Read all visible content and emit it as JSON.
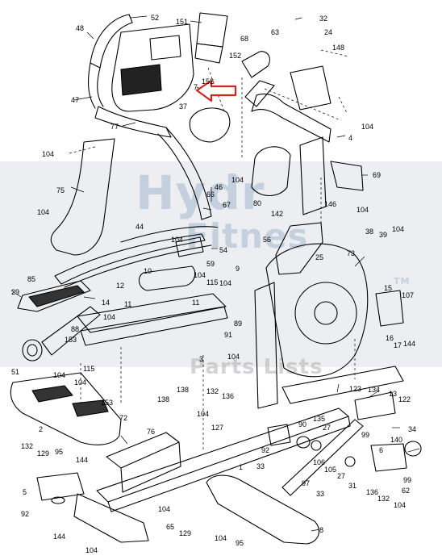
{
  "watermark": {
    "line1": "Hydr",
    "line2": "Fitnes",
    "line3": "Parts Lists",
    "mark": "TM"
  },
  "callouts": [
    {
      "id": "c52a",
      "text": "52"
    },
    {
      "id": "c151",
      "text": "151"
    },
    {
      "id": "c32",
      "text": "32"
    },
    {
      "id": "c48",
      "text": "48"
    },
    {
      "id": "c63",
      "text": "63"
    },
    {
      "id": "c24",
      "text": "24"
    },
    {
      "id": "c68",
      "text": "68"
    },
    {
      "id": "c148",
      "text": "148"
    },
    {
      "id": "c152a",
      "text": "152"
    },
    {
      "id": "c152b",
      "text": "152"
    },
    {
      "id": "c7",
      "text": "7"
    },
    {
      "id": "c47",
      "text": "47"
    },
    {
      "id": "c37",
      "text": "37"
    },
    {
      "id": "c104a",
      "text": "104"
    },
    {
      "id": "c77",
      "text": "77"
    },
    {
      "id": "c4",
      "text": "4"
    },
    {
      "id": "c104b",
      "text": "104"
    },
    {
      "id": "c104c",
      "text": "104"
    },
    {
      "id": "c69",
      "text": "69"
    },
    {
      "id": "c75",
      "text": "75"
    },
    {
      "id": "c66",
      "text": "66"
    },
    {
      "id": "c46",
      "text": "46"
    },
    {
      "id": "c80",
      "text": "80"
    },
    {
      "id": "c104d",
      "text": "104"
    },
    {
      "id": "c142",
      "text": "142"
    },
    {
      "id": "c67",
      "text": "67"
    },
    {
      "id": "c104e",
      "text": "104"
    },
    {
      "id": "c146",
      "text": "146"
    },
    {
      "id": "c44",
      "text": "44"
    },
    {
      "id": "c38",
      "text": "38"
    },
    {
      "id": "c39",
      "text": "39"
    },
    {
      "id": "c104f",
      "text": "104"
    },
    {
      "id": "c56",
      "text": "56"
    },
    {
      "id": "c54",
      "text": "54"
    },
    {
      "id": "c104g",
      "text": "104"
    },
    {
      "id": "c59",
      "text": "59"
    },
    {
      "id": "c25",
      "text": "25"
    },
    {
      "id": "c73",
      "text": "73"
    },
    {
      "id": "c85",
      "text": "85"
    },
    {
      "id": "c12",
      "text": "12"
    },
    {
      "id": "c10",
      "text": "10"
    },
    {
      "id": "c9",
      "text": "9"
    },
    {
      "id": "c104h",
      "text": "104"
    },
    {
      "id": "c115a",
      "text": "115"
    },
    {
      "id": "c104i",
      "text": "104"
    },
    {
      "id": "c15",
      "text": "15"
    },
    {
      "id": "c107",
      "text": "107"
    },
    {
      "id": "c29",
      "text": "29"
    },
    {
      "id": "c14",
      "text": "14"
    },
    {
      "id": "c11a",
      "text": "11"
    },
    {
      "id": "c11b",
      "text": "11"
    },
    {
      "id": "c89",
      "text": "89"
    },
    {
      "id": "c88",
      "text": "88"
    },
    {
      "id": "c104j",
      "text": "104"
    },
    {
      "id": "c91",
      "text": "91"
    },
    {
      "id": "c153a",
      "text": "153"
    },
    {
      "id": "c3",
      "text": "3"
    },
    {
      "id": "c104k",
      "text": "104"
    },
    {
      "id": "c16",
      "text": "16"
    },
    {
      "id": "c17",
      "text": "17"
    },
    {
      "id": "c144a",
      "text": "144"
    },
    {
      "id": "c51",
      "text": "51"
    },
    {
      "id": "c104l",
      "text": "104"
    },
    {
      "id": "c115b",
      "text": "115"
    },
    {
      "id": "c138a",
      "text": "138"
    },
    {
      "id": "c138b",
      "text": "138"
    },
    {
      "id": "c104m",
      "text": "104"
    },
    {
      "id": "c123",
      "text": "123"
    },
    {
      "id": "c134",
      "text": "134"
    },
    {
      "id": "c13",
      "text": "13"
    },
    {
      "id": "c132a",
      "text": "132"
    },
    {
      "id": "c136a",
      "text": "136"
    },
    {
      "id": "c153b",
      "text": "153"
    },
    {
      "id": "c72",
      "text": "72"
    },
    {
      "id": "c122",
      "text": "122"
    },
    {
      "id": "c135",
      "text": "135"
    },
    {
      "id": "c2",
      "text": "2"
    },
    {
      "id": "c76",
      "text": "76"
    },
    {
      "id": "c104n",
      "text": "104"
    },
    {
      "id": "c127",
      "text": "127"
    },
    {
      "id": "c90",
      "text": "90"
    },
    {
      "id": "c27a",
      "text": "27"
    },
    {
      "id": "c99a",
      "text": "99"
    },
    {
      "id": "c34",
      "text": "34"
    },
    {
      "id": "c140",
      "text": "140"
    },
    {
      "id": "c95a",
      "text": "95"
    },
    {
      "id": "c132b",
      "text": "132"
    },
    {
      "id": "c129a",
      "text": "129"
    },
    {
      "id": "c92a",
      "text": "92"
    },
    {
      "id": "c106",
      "text": "106"
    },
    {
      "id": "c6",
      "text": "6"
    },
    {
      "id": "c33a",
      "text": "33"
    },
    {
      "id": "c105",
      "text": "105"
    },
    {
      "id": "c1",
      "text": "1"
    },
    {
      "id": "c144b",
      "text": "144"
    },
    {
      "id": "c27b",
      "text": "27"
    },
    {
      "id": "c99b",
      "text": "99"
    },
    {
      "id": "c97",
      "text": "97"
    },
    {
      "id": "c31",
      "text": "31"
    },
    {
      "id": "c136b",
      "text": "136"
    },
    {
      "id": "c62",
      "text": "62"
    },
    {
      "id": "c5",
      "text": "5"
    },
    {
      "id": "c33b",
      "text": "33"
    },
    {
      "id": "c132c",
      "text": "132"
    },
    {
      "id": "c104o",
      "text": "104"
    },
    {
      "id": "c92b",
      "text": "92"
    },
    {
      "id": "c104p",
      "text": "104"
    },
    {
      "id": "c65",
      "text": "65"
    },
    {
      "id": "c144c",
      "text": "144"
    },
    {
      "id": "c129b",
      "text": "129"
    },
    {
      "id": "c8",
      "text": "8"
    },
    {
      "id": "c104q",
      "text": "104"
    },
    {
      "id": "c95b",
      "text": "95"
    },
    {
      "id": "c104r",
      "text": "104"
    }
  ]
}
